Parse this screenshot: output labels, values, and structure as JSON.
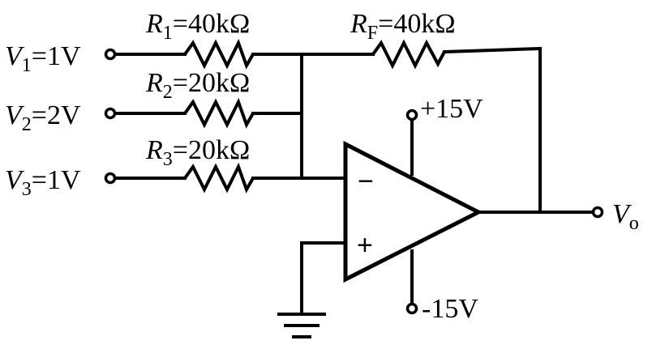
{
  "inputs": [
    {
      "symbol": "V",
      "sub": "1",
      "value": "=1V"
    },
    {
      "symbol": "V",
      "sub": "2",
      "value": "=2V"
    },
    {
      "symbol": "V",
      "sub": "3",
      "value": "=1V"
    }
  ],
  "resistors": [
    {
      "symbol": "R",
      "sub": "1",
      "value": "=40kΩ"
    },
    {
      "symbol": "R",
      "sub": "2",
      "value": "=20kΩ"
    },
    {
      "symbol": "R",
      "sub": "3",
      "value": "=20kΩ"
    }
  ],
  "feedback": {
    "symbol": "R",
    "sub": "F",
    "value": "=40kΩ"
  },
  "opamp": {
    "inverting": "−",
    "noninverting": "+"
  },
  "supply": {
    "positive": "+15V",
    "negative": "-15V"
  },
  "output": {
    "symbol": "V",
    "sub": "o"
  }
}
